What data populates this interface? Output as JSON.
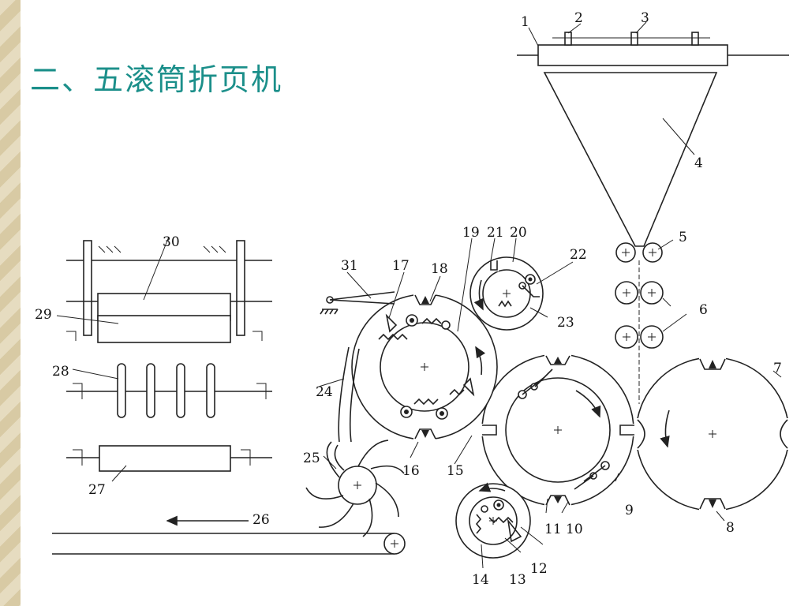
{
  "title": "二、五滚筒折页机",
  "labels": {
    "l1": "1",
    "l2": "2",
    "l3": "3",
    "l4": "4",
    "l5": "5",
    "l6": "6",
    "l7": "7",
    "l8": "8",
    "l9": "9",
    "l10": "10",
    "l11": "11",
    "l12": "12",
    "l13": "13",
    "l14": "14",
    "l15": "15",
    "l16": "16",
    "l17": "17",
    "l18": "18",
    "l19": "19",
    "l20": "20",
    "l21": "21",
    "l22": "22",
    "l23": "23",
    "l24": "24",
    "l25": "25",
    "l26": "26",
    "l27": "27",
    "l28": "28",
    "l29": "29",
    "l30": "30",
    "l31": "31"
  },
  "colors": {
    "title": "#1b8f8a",
    "line": "#222222",
    "border": "#e6dcc0"
  }
}
